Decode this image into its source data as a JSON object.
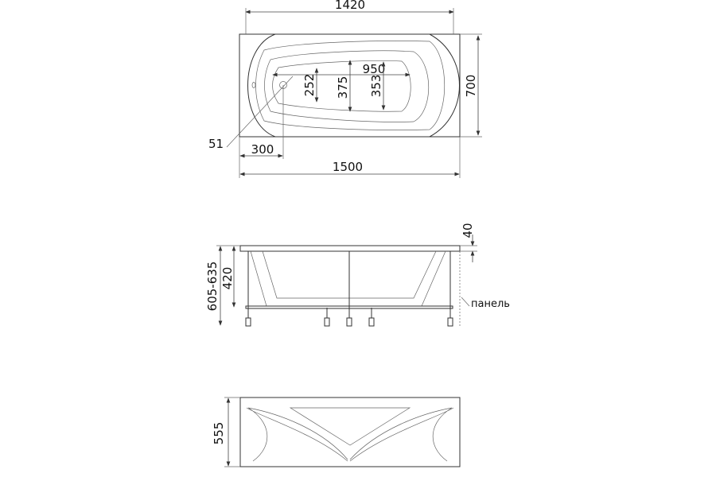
{
  "top_view": {
    "overall_length_inner": "1420",
    "overall_length": "1500",
    "width": "700",
    "bottom_length": "950",
    "width_narrow": "252",
    "width_mid": "375",
    "width_wide": "353",
    "drain_offset": "300",
    "drain_diameter": "51"
  },
  "side_view": {
    "total_height": "605-635",
    "tub_depth": "420",
    "rim_thickness": "40",
    "panel_label": "панель"
  },
  "front_panel": {
    "height": "555"
  }
}
